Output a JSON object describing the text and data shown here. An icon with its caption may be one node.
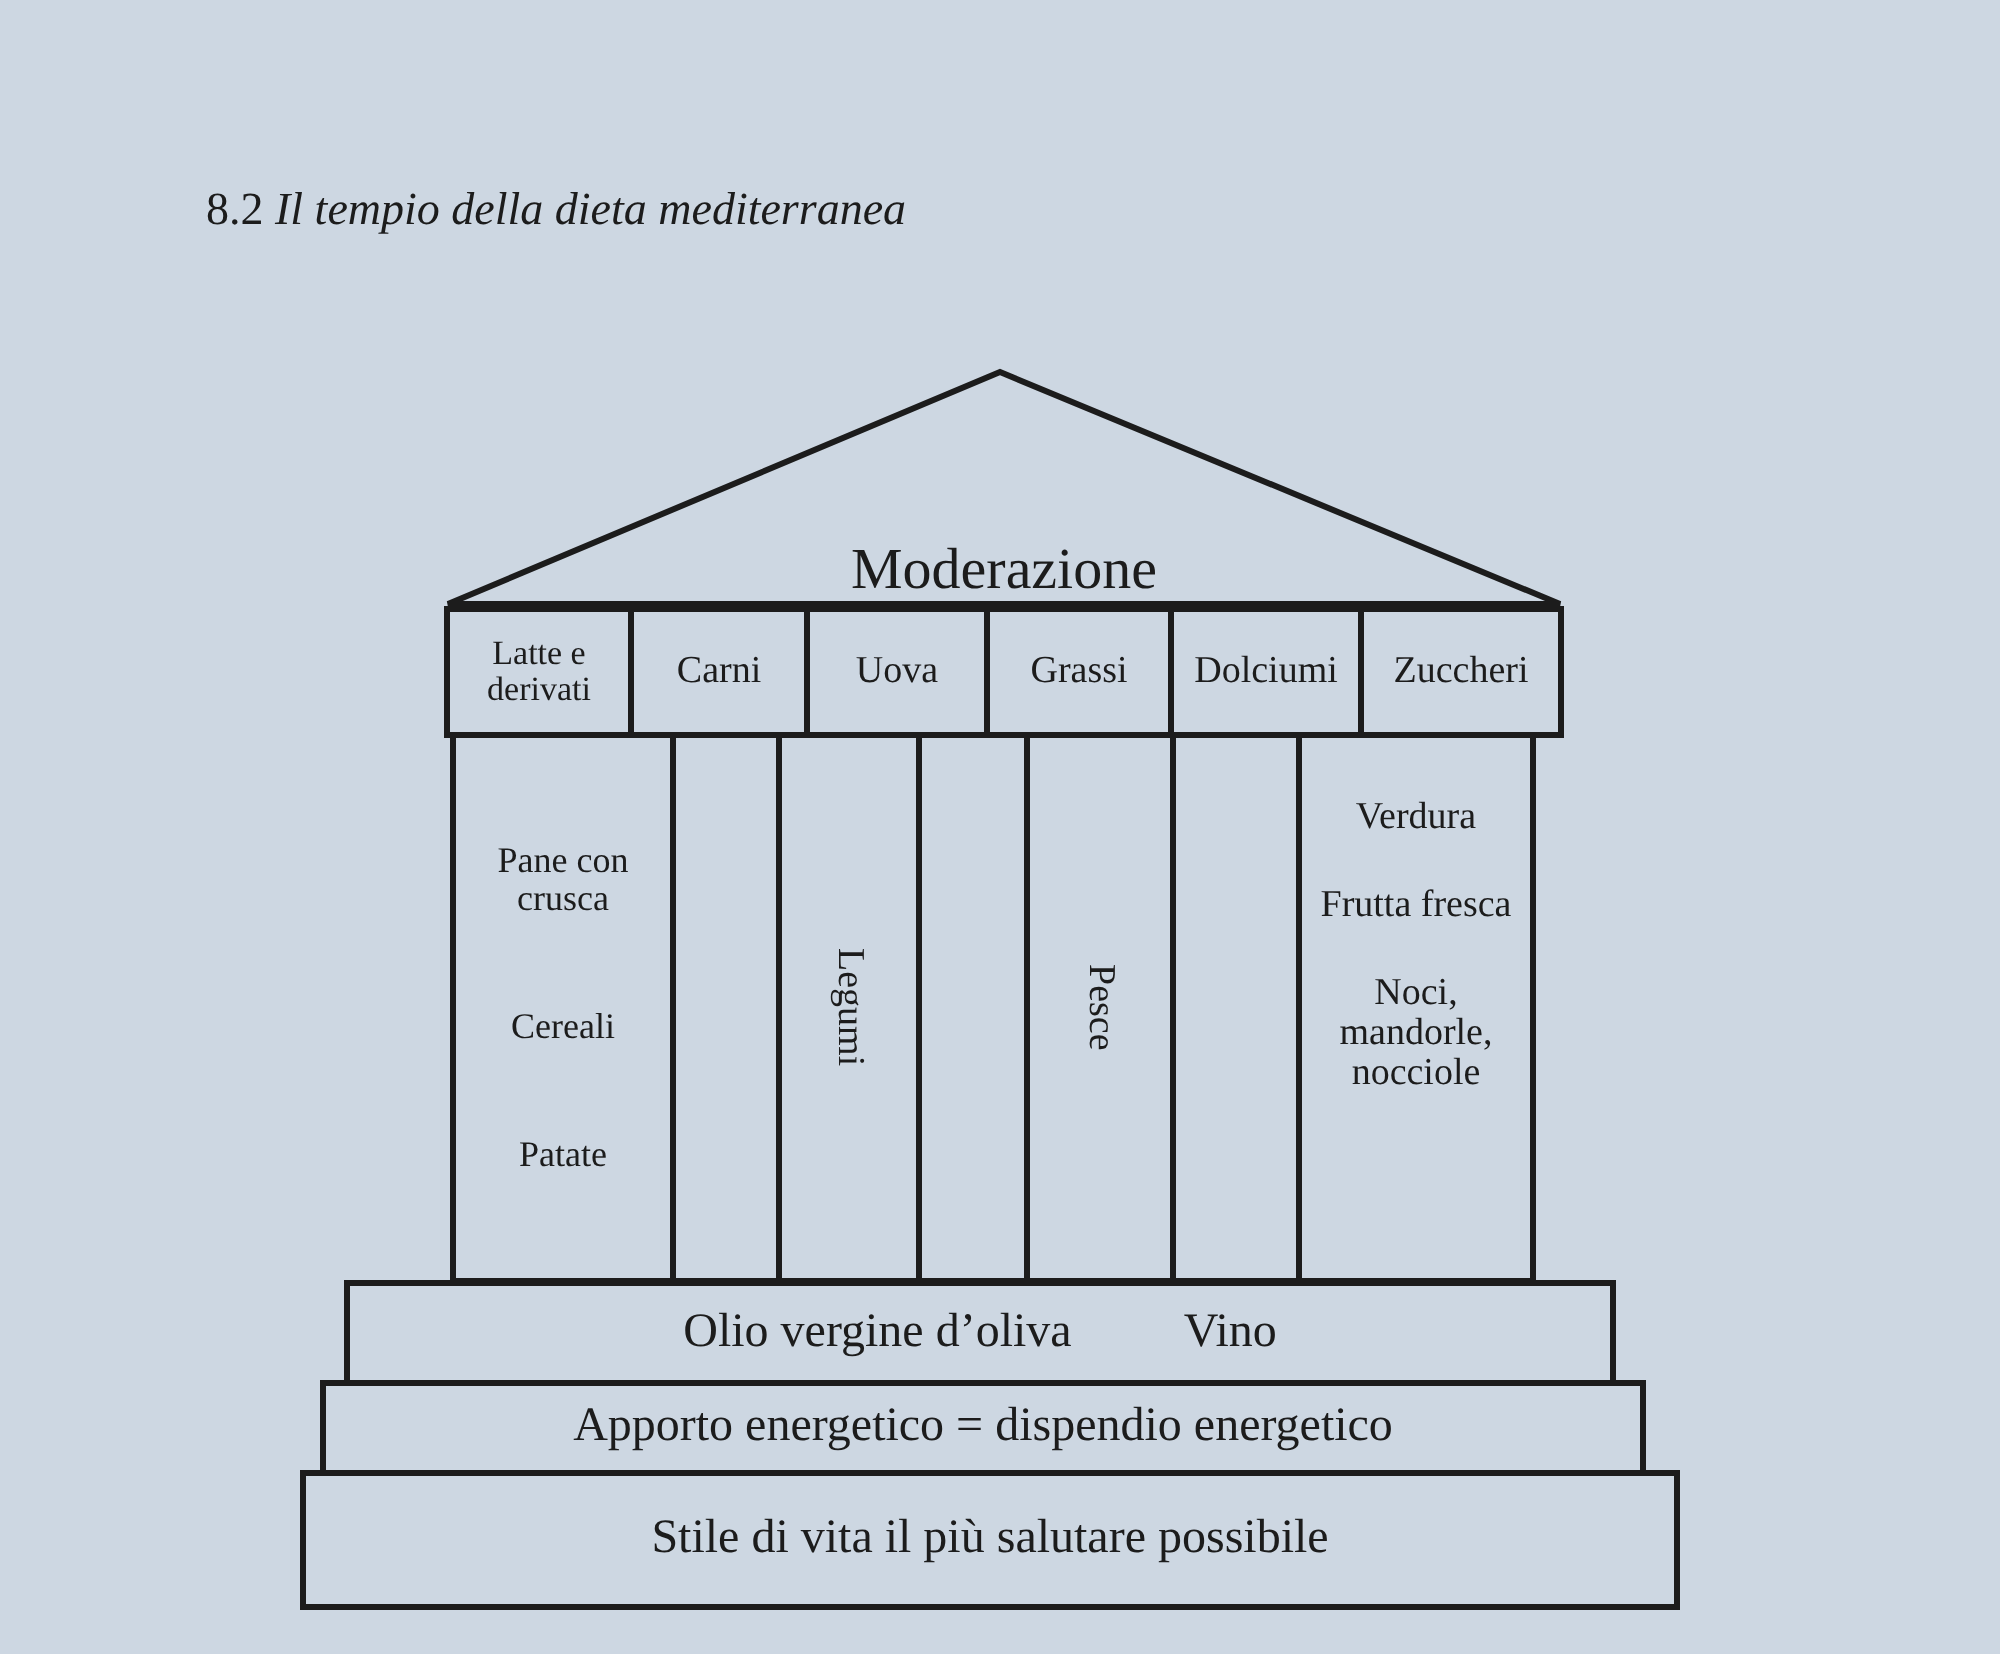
{
  "diagram": {
    "title": "8.2 *Il tempio della dieta mediterranea*",
    "nodes": [
      {
        "text": [
          "Moderazione"
        ]
      },
      {
        "text": [
          "Latte e derivati"
        ]
      },
      {
        "text": [
          "Carni"
        ]
      },
      {
        "text": [
          "Uova"
        ]
      },
      {
        "text": [
          "Grassi"
        ]
      },
      {
        "text": [
          "Dolciumi"
        ]
      },
      {
        "text": [
          "Zuccheri"
        ]
      },
      {
        "text": [
          "Pane con crusca",
          "Cereali",
          "Patate"
        ]
      },
      {
        "text": [],
        "shape": "box"
      },
      {
        "text": [
          "Legumi"
        ]
      },
      {
        "text": [],
        "shape": "box"
      },
      {
        "text": [
          "Pesce"
        ]
      },
      {
        "text": [],
        "shape": "box"
      },
      {
        "text": [
          "Verdura",
          "Frutta fresca",
          "Noci, mandorle, nocciole"
        ]
      },
      {
        "text": [
          "Olio vergine d’oliva",
          "Vino"
        ]
      },
      {
        "text": [
          "Apporto energetico = dispendio energetico"
        ]
      },
      {
        "text": [
          "Stile di vita il più salutare possibile"
        ]
      }
    ]
  }
}
